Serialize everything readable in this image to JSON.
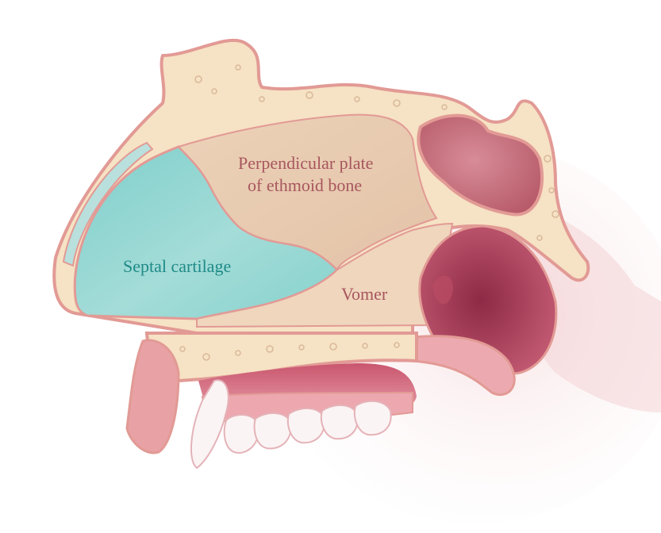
{
  "labels": {
    "perpendicular_line1": "Perpendicular plate",
    "perpendicular_line2": "of ethmoid bone",
    "septal": "Septal cartilage",
    "vomer": "Vomer"
  },
  "colors": {
    "bone": "#f6e2c4",
    "bone_spots": "#d9b99a",
    "outline": "#e29a95",
    "pink_tissue": "#ecaab0",
    "septal_cartilage": "#8fd6d2",
    "ethmoid_plate": "#e9cdb3",
    "vomer": "#efd6bd",
    "sinus": "#c9727f",
    "throat": "#a83e57",
    "teeth": "#fbf4f5",
    "label_text": "#a8565e",
    "septal_text": "#1f8a88"
  }
}
